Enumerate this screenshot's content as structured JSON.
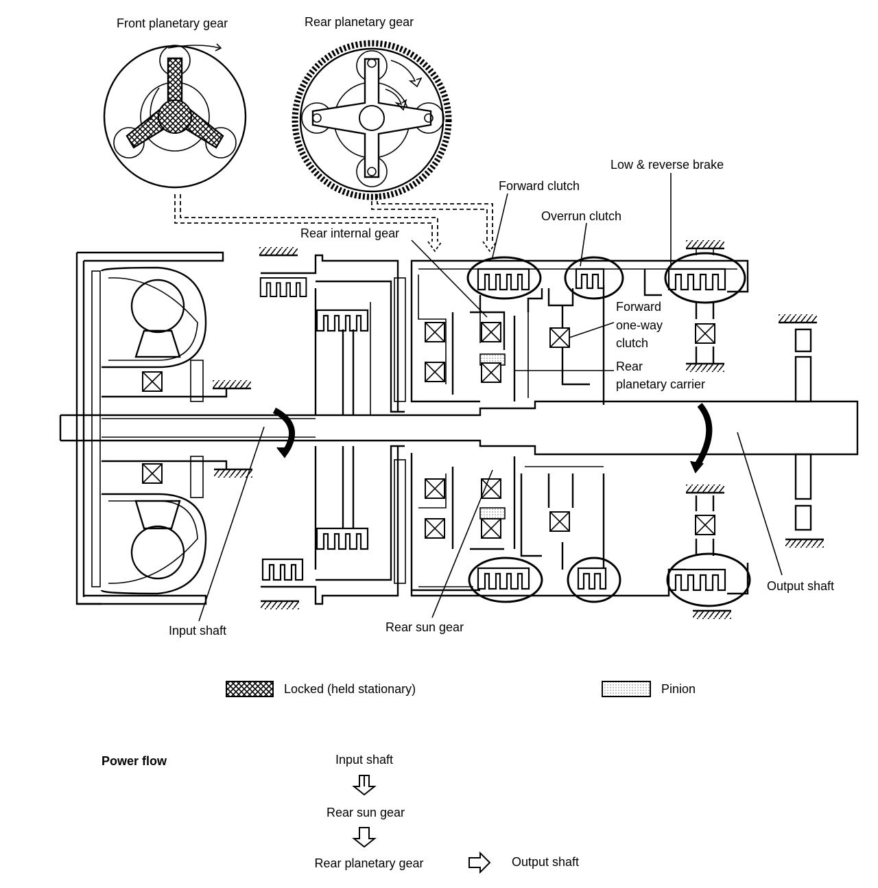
{
  "labels": {
    "front_planetary_gear": "Front planetary gear",
    "rear_planetary_gear": "Rear planetary gear",
    "low_reverse_brake": "Low & reverse brake",
    "forward_clutch": "Forward clutch",
    "overrun_clutch": "Overrun clutch",
    "rear_internal_gear": "Rear internal gear",
    "forward_one_way_clutch": [
      "Forward",
      "one-way",
      "clutch"
    ],
    "rear_planetary_carrier": [
      "Rear",
      "planetary carrier"
    ],
    "input_shaft": "Input shaft",
    "rear_sun_gear": "Rear sun gear",
    "output_shaft": "Output shaft"
  },
  "legend": {
    "locked": "Locked (held stationary)",
    "pinion": "Pinion"
  },
  "power_flow": {
    "title": "Power flow",
    "steps": [
      "Input shaft",
      "Rear sun gear",
      "Rear planetary gear",
      "Output shaft"
    ]
  },
  "icons": [
    "rotation-arrow-icon",
    "flow-arrow-down-icon",
    "flow-arrow-right-icon",
    "ground-hatch-icon"
  ]
}
